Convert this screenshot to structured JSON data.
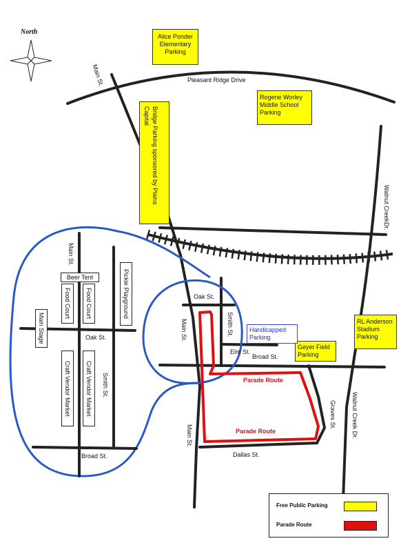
{
  "compass": {
    "label": "North"
  },
  "colors": {
    "parking": "#ffff00",
    "parade": "#e01010",
    "zoom": "#2a58c8",
    "road": "#222222",
    "handicap": "#2233bb"
  },
  "streets": {
    "main_top": "Main St.",
    "pleasant_ridge": "Pleasant Ridge Drive",
    "walnut_creek_top": "Walnut CreekDr.",
    "walnut_creek_bottom": "Walnut Creek Dr.",
    "oak": "Oak St.",
    "smith": "Smith St.",
    "main_mid": "Main St.",
    "elm": "Elm St.",
    "broad": "Broad St.",
    "graves": "Graves St.",
    "main_bottom": "Main St.",
    "dallas": "Dallas St.",
    "inset_main": "Main St.",
    "inset_oak": "Oak St.",
    "inset_smith": "Smith St.",
    "inset_broad": "Broad St."
  },
  "parking": {
    "alice_ponder": "Alice Ponder Elementary Parking",
    "rogene_worley": "Rogene Worley Middle School Parking",
    "bridge": "Bridge Parking sponsored by Plains Capital",
    "rl_anderson": "RL Anderson Stadium Parking",
    "geyer_field": "Geyer Field Parking"
  },
  "handicapped": "Handicapped Parking",
  "inset": {
    "beer_tent": "Beer Tent",
    "food_court_1": "Food Court",
    "food_court_2": "Food Court",
    "pickle_playground": "Pickle Playground",
    "main_stage": "Main Stage",
    "craft_vendor_1": "Craft Vendor Market",
    "craft_vendor_2": "Craft Vendor Market"
  },
  "parade": {
    "label_1": "Parade Route",
    "label_2": "Parade Route"
  },
  "legend": {
    "free_parking": "Free Public Parking",
    "parade_route": "Parade Route"
  }
}
